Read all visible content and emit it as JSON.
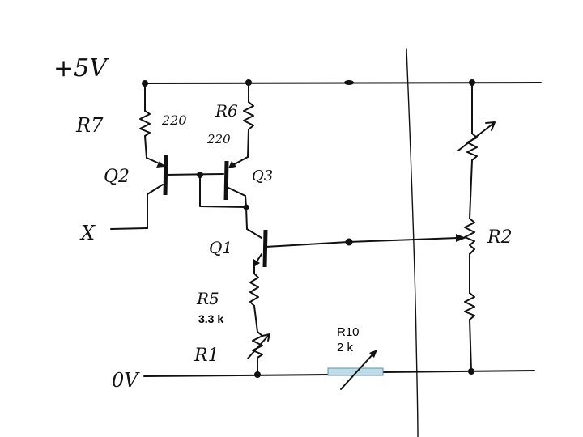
{
  "labels": {
    "supply": "+5V",
    "ground": "0V",
    "input": "X",
    "r7": "R7",
    "r7_value": "220",
    "r6": "R6",
    "r6_value": "220",
    "q2": "Q2",
    "q3": "Q3",
    "q1": "Q1",
    "r5": "R5",
    "r5_value": "3.3 k",
    "r1": "R1",
    "r2": "R2",
    "r10": "R10",
    "r10_value": "2 k"
  },
  "colors": {
    "ink": "#111111",
    "r10_fill": "#bcdde8",
    "r10_stroke": "#6a8fa0"
  }
}
